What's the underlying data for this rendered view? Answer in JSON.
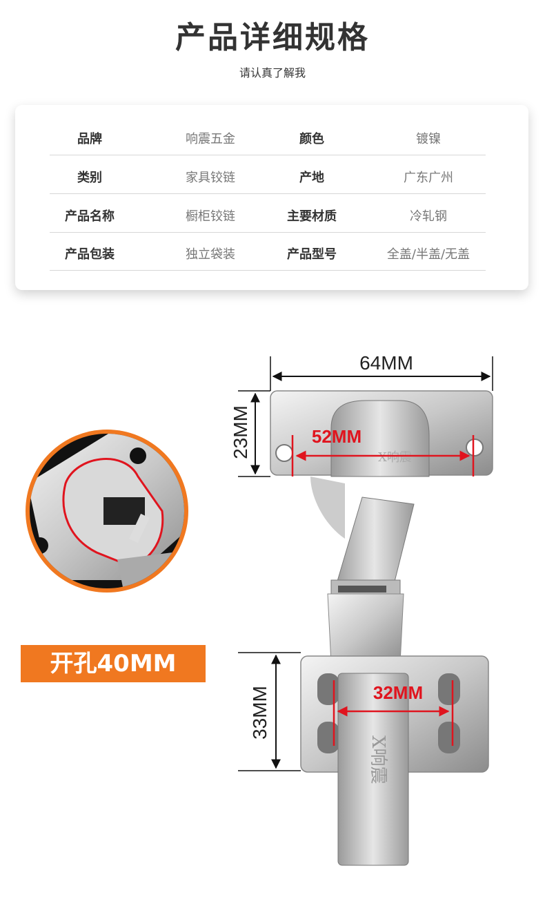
{
  "header": {
    "title": "产品详细规格",
    "subtitle": "请认真了解我"
  },
  "specs": [
    {
      "k1": "品牌",
      "v1": "响震五金",
      "k2": "颜色",
      "v2": "镀镍"
    },
    {
      "k1": "类别",
      "v1": "家具铰链",
      "k2": "产地",
      "v2": "广东广州"
    },
    {
      "k1": "产品名称",
      "v1": "橱柜铰链",
      "k2": "主要材质",
      "v2": "冷轧钢"
    },
    {
      "k1": "产品包装",
      "v1": "独立袋装",
      "k2": "产品型号",
      "v2": "全盖/半盖/无盖"
    }
  ],
  "dimensions": {
    "width": "64MM",
    "height_top": "23MM",
    "hole_top": "52MM",
    "height_bottom": "33MM",
    "hole_bottom": "32MM"
  },
  "badge": "开孔40MM",
  "colors": {
    "accent": "#f07820",
    "dimension_red": "#e0141e"
  }
}
